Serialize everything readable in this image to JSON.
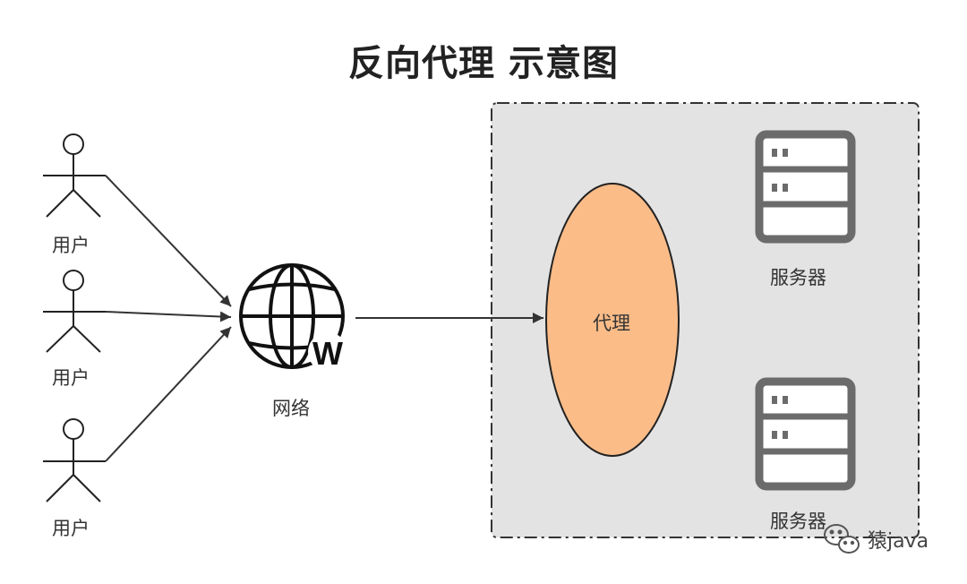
{
  "title": "反向代理 示意图",
  "users": [
    {
      "label": "用户"
    },
    {
      "label": "用户"
    },
    {
      "label": "用户"
    }
  ],
  "network": {
    "label": "网络",
    "badge": "W",
    "icon": "globe-icon"
  },
  "proxy": {
    "label": "代理",
    "color": "#fbbc88",
    "stroke": "#222222"
  },
  "servers": [
    {
      "label": "服务器",
      "icon": "server-icon"
    },
    {
      "label": "服务器",
      "icon": "server-icon"
    }
  ],
  "server_group": {
    "background": "#e3e3e3",
    "border": "#333333"
  },
  "watermark": {
    "text": "猿java",
    "icon": "wechat-icon"
  }
}
